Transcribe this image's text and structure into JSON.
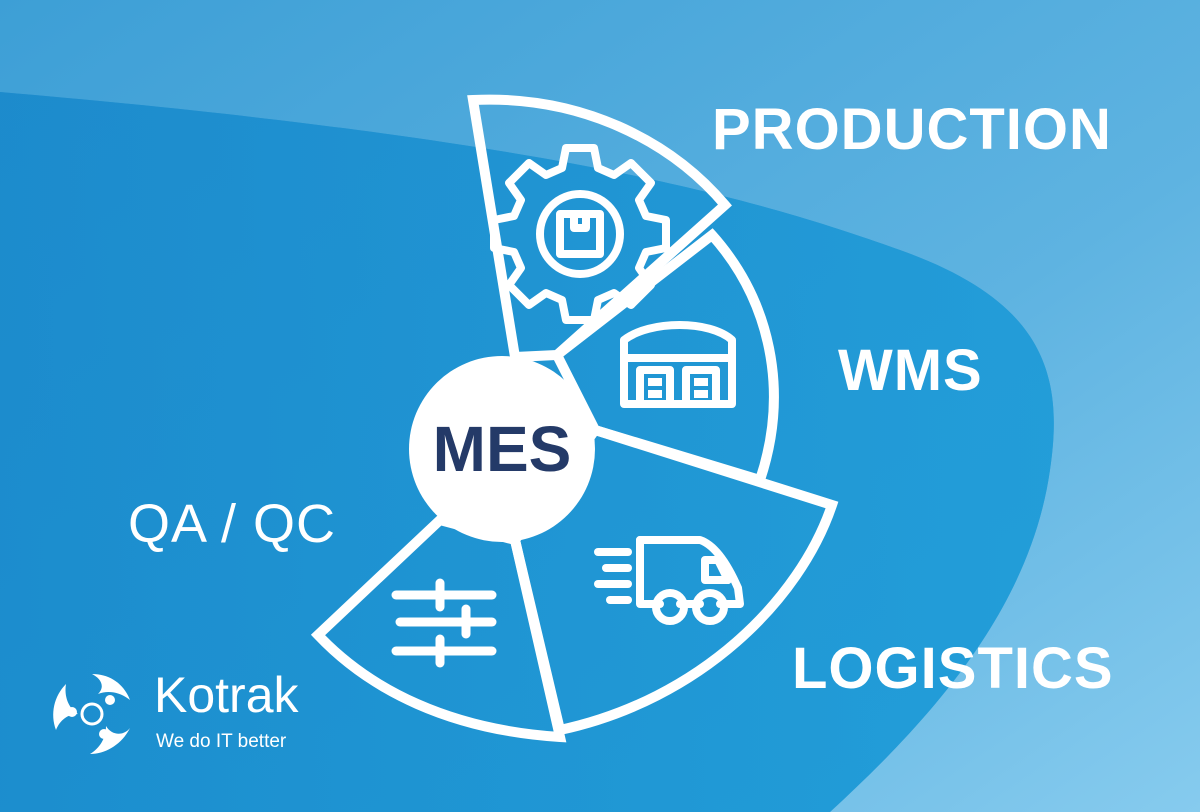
{
  "colors": {
    "background_dark": "#1a86c8",
    "background_light": "#6fbde6",
    "accent_white": "#ffffff",
    "center_text": "#243a68"
  },
  "diagram": {
    "center": {
      "label": "MES"
    },
    "segments": [
      {
        "id": "production",
        "label": "PRODUCTION",
        "icon": "gear-box-icon"
      },
      {
        "id": "wms",
        "label": "WMS",
        "icon": "warehouse-icon"
      },
      {
        "id": "logistics",
        "label": "LOGISTICS",
        "icon": "delivery-truck-icon"
      },
      {
        "id": "qaqc",
        "label": "QA / QC",
        "icon": "sliders-icon"
      }
    ]
  },
  "logo": {
    "name": "Kotrak",
    "tagline": "We do IT better",
    "icon": "kotrak-logo-icon"
  }
}
